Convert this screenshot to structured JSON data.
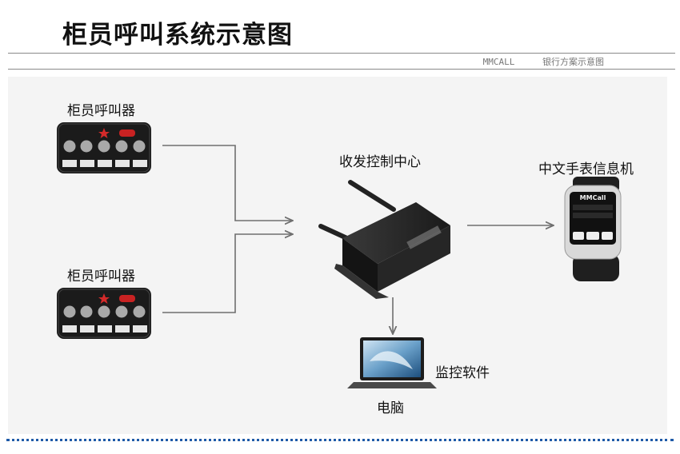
{
  "header": {
    "title": "柜员呼叫系统示意图",
    "brand": "MMCALL",
    "subtitle": "银行方案示意图"
  },
  "nodes": {
    "caller_top": {
      "label": "柜员呼叫器"
    },
    "caller_bottom": {
      "label": "柜员呼叫器"
    },
    "control_center": {
      "label": "收发控制中心"
    },
    "watch": {
      "label": "中文手表信息机",
      "screen_brand": "MMCall"
    },
    "software": {
      "label": "监控软件"
    },
    "computer": {
      "label": "电脑"
    }
  },
  "colors": {
    "accent_dots": "#1e5aa8",
    "connector": "#6e6e6e",
    "panel": "#f4f4f4"
  }
}
